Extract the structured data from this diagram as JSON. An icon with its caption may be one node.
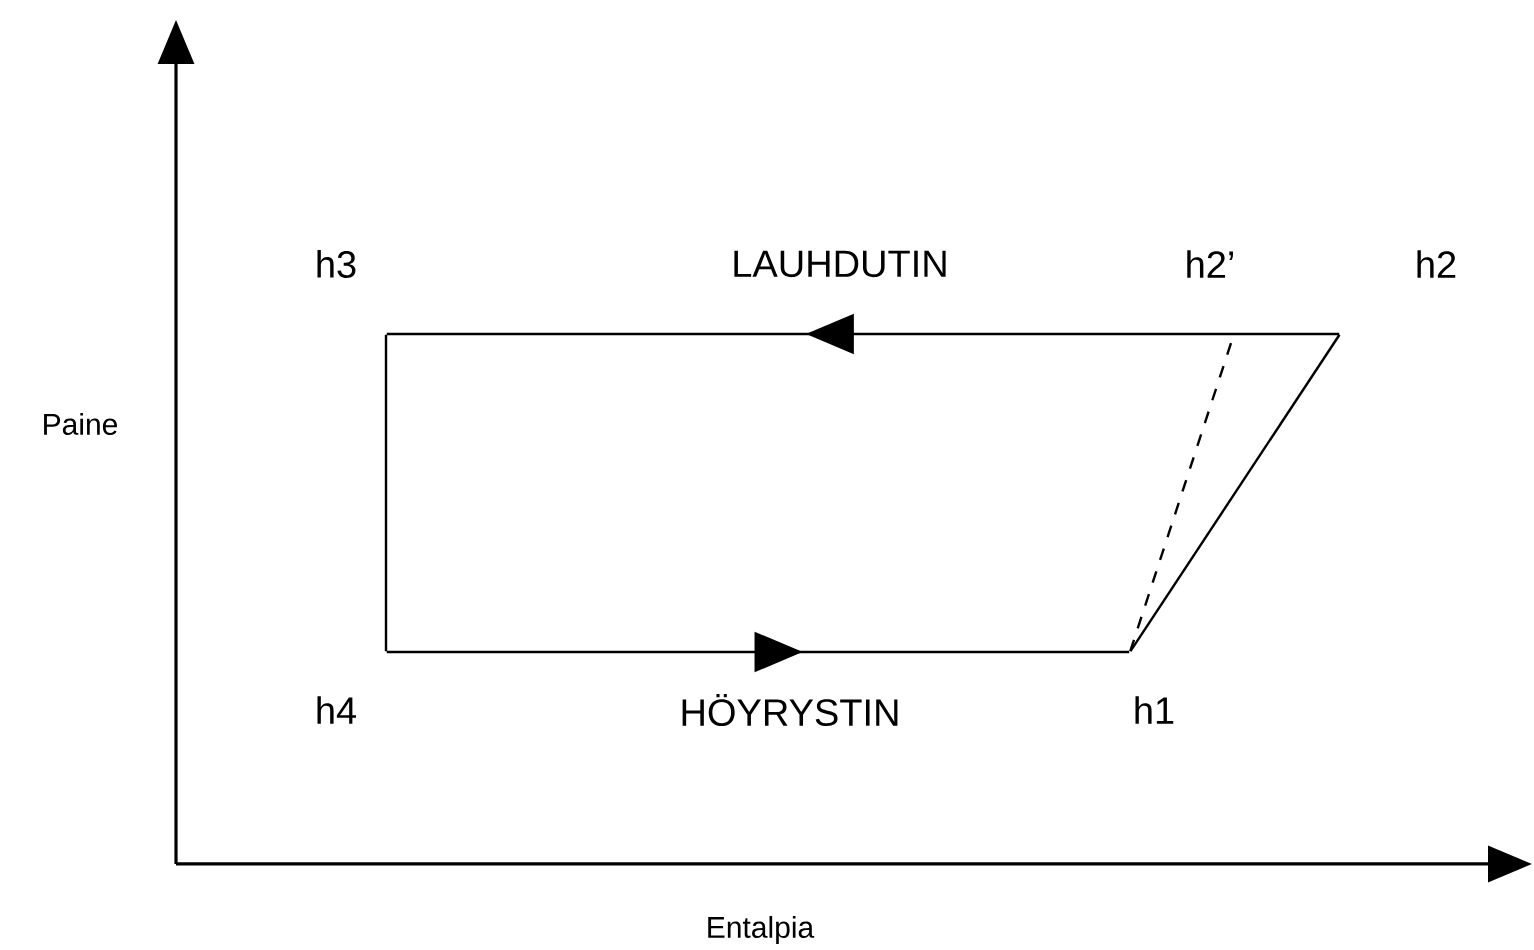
{
  "diagram": {
    "nodes": [
      {
        "text": [],
        "shape": "point",
        "beside": [
          "h1"
        ]
      },
      {
        "text": [],
        "shape": "point",
        "beside": [
          "h2"
        ]
      },
      {
        "text": [],
        "shape": "point",
        "beside": [
          "h2’"
        ]
      },
      {
        "text": [],
        "shape": "point",
        "beside": [
          "h3"
        ]
      },
      {
        "text": [],
        "shape": "point",
        "beside": [
          "h4"
        ]
      }
    ],
    "edges": [
      {
        "from": 0,
        "to": 1,
        "arrow": "none"
      },
      {
        "from": 0,
        "to": 2,
        "arrow": "none",
        "style": "dashed"
      },
      {
        "from": 1,
        "to": 3,
        "arrow": "to",
        "label": "LAUHDUTIN"
      },
      {
        "from": 3,
        "to": 4,
        "arrow": "none"
      },
      {
        "from": 4,
        "to": 0,
        "arrow": "to",
        "label": "HÖYRYSTIN"
      }
    ],
    "labels": [
      "Paine",
      "Entalpia"
    ]
  }
}
